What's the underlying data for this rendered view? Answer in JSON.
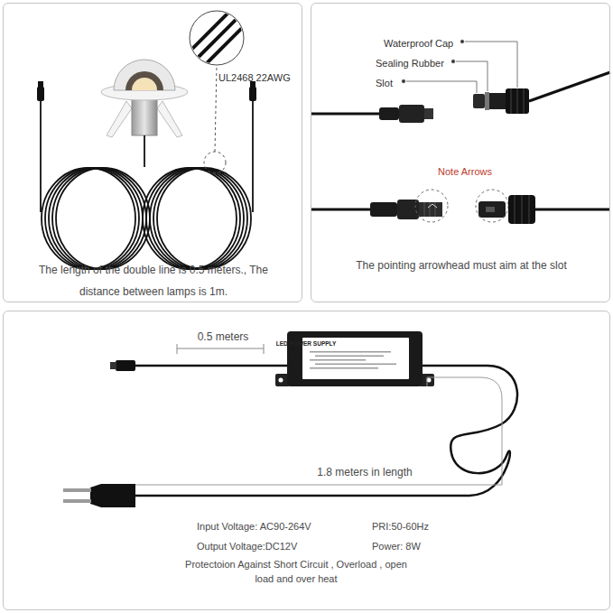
{
  "diagram": {
    "nodes": [
      {
        "text": [
          "UL2468 22AWG",
          "The length of the double line is 0.5 meters., The distance between lamps is 1m."
        ]
      },
      {
        "text": [
          "Waterproof Cap",
          "Sealing Rubber",
          "Slot",
          "Note Arrows",
          "The pointing arrowhead must aim at the slot"
        ]
      },
      {
        "text": [
          "0.5 meters",
          "1.8 meters in length",
          "Input Voltage: AC90-264V",
          "PRI:50-60Hz",
          "Output Voltage:DC12V",
          "Power: 8W",
          "Protectoion Against Short Circuit , Overload , open load and over heat"
        ]
      },
      {
        "text": [
          "LED POWER SUPPLY"
        ],
        "in": 2
      }
    ]
  }
}
